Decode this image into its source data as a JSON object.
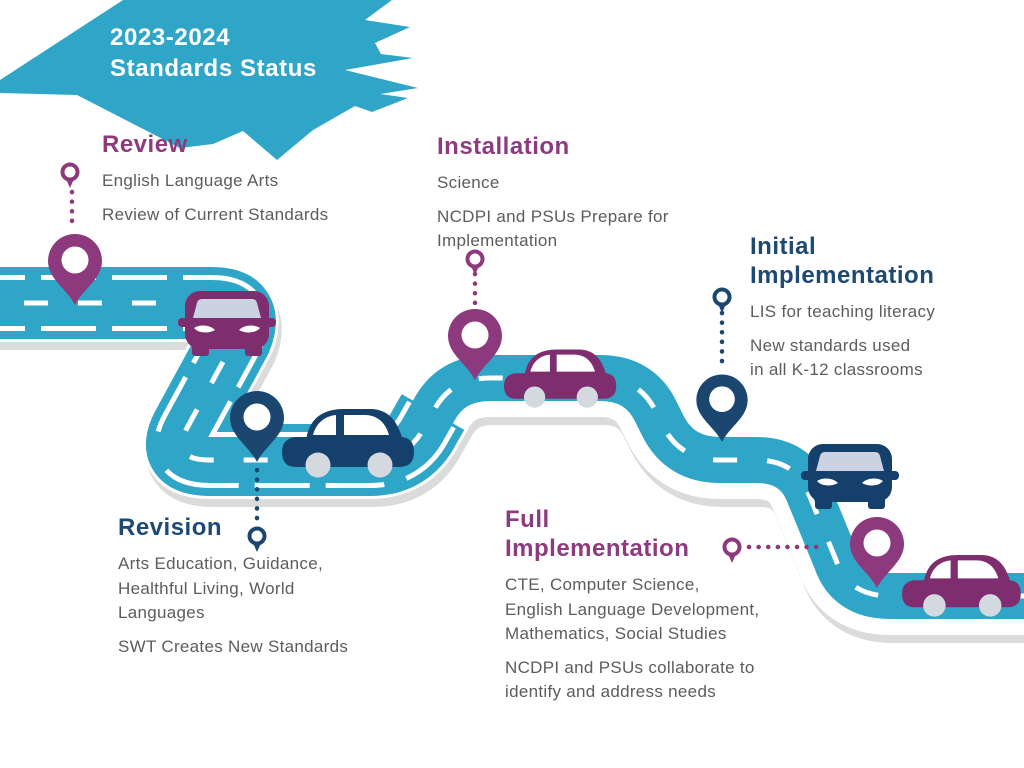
{
  "title": {
    "text": "2023-2024\nStandards Status"
  },
  "stages": [
    {
      "key": "review",
      "heading": "Review",
      "paragraphs": [
        "English Language Arts",
        "Review of Current Standards"
      ]
    },
    {
      "key": "installation",
      "heading": "Installation",
      "paragraphs": [
        "Science",
        "NCDPI and PSUs Prepare for\nImplementation"
      ]
    },
    {
      "key": "initial-implementation",
      "heading": "Initial\nImplementation",
      "paragraphs": [
        "LIS for teaching literacy",
        "New standards used\nin all K-12 classrooms"
      ]
    },
    {
      "key": "revision",
      "heading": "Revision",
      "paragraphs": [
        "Arts Education, Guidance,\nHealthful Living, World\nLanguages",
        "SWT Creates New Standards"
      ]
    },
    {
      "key": "full-implementation",
      "heading": "Full\nImplementation",
      "paragraphs": [
        "CTE, Computer Science,\nEnglish Language Development,\nMathematics, Social Studies",
        "NCDPI and PSUs collaborate to\nidentify and address needs"
      ]
    }
  ],
  "icons": {
    "state_shape": "north-carolina-silhouette",
    "pins": "map-pin",
    "mini_pins": "map-pin-outline",
    "cars": "car",
    "connectors": "dotted-line"
  },
  "colors": {
    "teal": "#2FA6C8",
    "road_shadow": "#DBDBDB",
    "car_purple": "#7E2E6E",
    "car_navy": "#15406B",
    "pin_purple": "#8C3A7D",
    "pin_navy": "#1B466F",
    "heading_purple": "#8E3A7E",
    "heading_navy": "#1E4972",
    "body_text": "#5C5C5C",
    "window_gray": "#CBD2E2",
    "wheel_gray": "#D4D9E0",
    "white": "#FFFFFF"
  }
}
